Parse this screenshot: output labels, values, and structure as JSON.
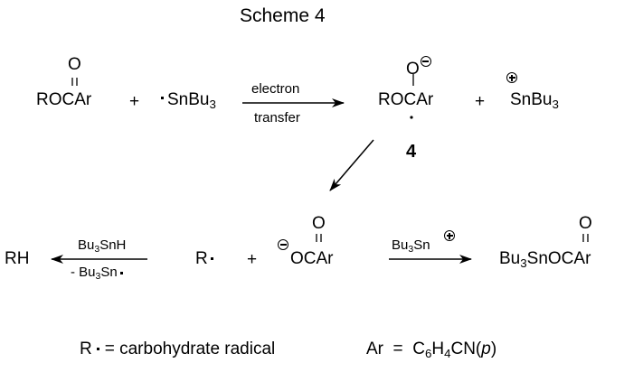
{
  "title": "Scheme 4",
  "row1": {
    "ester": {
      "top_atom": "O",
      "main": "ROCAr"
    },
    "plus1": "+",
    "tin_radical": {
      "prefix": "SnBu",
      "sub": "3"
    },
    "arrow_label_top": "electron",
    "arrow_label_bottom": "transfer",
    "radical_anion": {
      "top_atom": "O",
      "main": "ROCAr"
    },
    "compound_number": "4",
    "plus2": "+",
    "tin_cation": {
      "prefix": "SnBu",
      "sub": "3"
    }
  },
  "row2": {
    "product_rh": "RH",
    "left_arrow_top": {
      "a": "Bu",
      "sub": "3",
      "b": "SnH"
    },
    "left_arrow_bottom": {
      "a": "- Bu",
      "sub": "3",
      "b": "Sn"
    },
    "radical": "R",
    "plus": "+",
    "carboxylate": {
      "top_atom": "O",
      "main": "OCAr"
    },
    "right_arrow_top": {
      "a": "Bu",
      "sub": "3",
      "b": "Sn"
    },
    "tin_ester": {
      "top_atom": "O",
      "a": "Bu",
      "sub": "3",
      "b": "SnOCAr"
    }
  },
  "legend": {
    "r_def_a": "R",
    "r_def_b": "= carbohydrate radical",
    "ar_def_a": "Ar  =  C",
    "ar_sub1": "6",
    "ar_def_b": "H",
    "ar_sub2": "4",
    "ar_def_c": "CN(",
    "ar_italic": "p",
    "ar_def_d": ")"
  }
}
